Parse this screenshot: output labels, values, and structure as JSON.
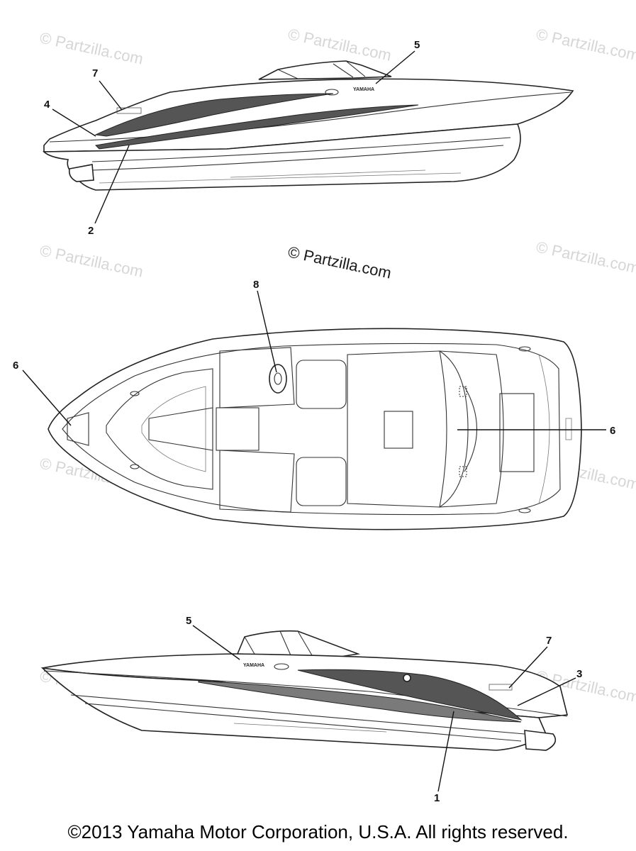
{
  "watermark": {
    "text": "© Partzilla.com"
  },
  "callouts": {
    "side_top": [
      "7",
      "4",
      "5",
      "2"
    ],
    "top_view": [
      "8",
      "6",
      "6"
    ],
    "side_bottom": [
      "5",
      "7",
      "3",
      "1"
    ]
  },
  "decals": {
    "yamaha": "YAMAHA"
  },
  "copyright": "©2013 Yamaha Motor Corporation, U.S.A. All rights reserved."
}
